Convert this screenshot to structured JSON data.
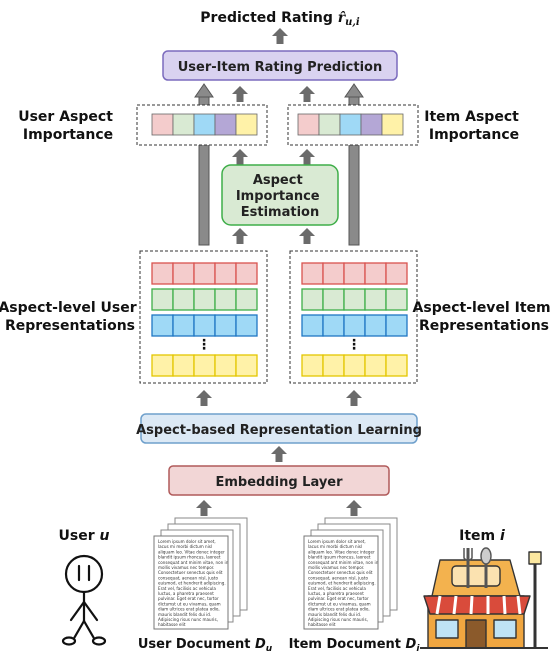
{
  "title": {
    "prefix": "Predicted Rating ",
    "symbol": "r̂",
    "subscript": "u,i"
  },
  "boxes": {
    "rating_prediction": "User-Item Rating Prediction",
    "aspect_importance_estimation": [
      "Aspect",
      "Importance",
      "Estimation"
    ],
    "aspect_representation_learning": "Aspect-based Representation Learning",
    "embedding_layer": "Embedding Layer"
  },
  "labels": {
    "user_aspect_importance": [
      "User Aspect",
      "Importance"
    ],
    "item_aspect_importance": [
      "Item Aspect",
      "Importance"
    ],
    "aspect_level_user": [
      "Aspect-level User",
      "Representations"
    ],
    "aspect_level_item": [
      "Aspect-level Item",
      "Representations"
    ],
    "user": {
      "text": "User ",
      "var": "u"
    },
    "item": {
      "text": "Item ",
      "var": "i"
    },
    "user_document": {
      "text": "User Document ",
      "var": "D",
      "sub": "u"
    },
    "item_document": {
      "text": "Item Document ",
      "var": "D",
      "sub": "i"
    },
    "ellipsis": "⋮"
  },
  "document_text": [
    "Lorem ipsum dolor sit amet,",
    "lacus mi morbi dictum nisl",
    "aliquam leo. Vitae donec integer",
    "blandit ipsum rhoncus, laoreet",
    "consequat ant minim vitae, non in",
    "mollis vivamus nec tempor.",
    "Consectetuer senectus quis elit",
    "consequat, aenean nisl, justo",
    "euismod, et hendrerit adipiscing.",
    "Erat vel, facilisis ac vehicula",
    "luctus, a pharetra praesent",
    "pulvinar. Eget erat nec, tortor",
    "dictumst ut eu vivamus, quam",
    "diam ultrices erat platea odio,",
    "mauris blandit felis dui id.",
    "Adipiscing risus nunc mauris,",
    "habitasse elit"
  ],
  "colors": {
    "pink_fill": "#f4cccc",
    "pink_stroke": "#c0504d",
    "green_fill": "#d9ead3",
    "green_stroke": "#3fae49",
    "blue_fill": "#9fd9f6",
    "blue_stroke": "#1f77c4",
    "purple_fill": "#b4a7d6",
    "purple_stroke": "#7e6bb5",
    "yellow_fill": "#fff2a8",
    "yellow_stroke": "#e3c600",
    "prediction_fill": "#d9d2f0",
    "prediction_stroke": "#7b6bbd",
    "estimation_fill": "#d9ead3",
    "estimation_stroke": "#3fae49",
    "learning_fill": "#dce9f5",
    "learning_stroke": "#6fa0cc",
    "embedding_fill": "#f2d6d6",
    "embedding_stroke": "#b05a5a",
    "arrow": "#6b6b6b"
  }
}
